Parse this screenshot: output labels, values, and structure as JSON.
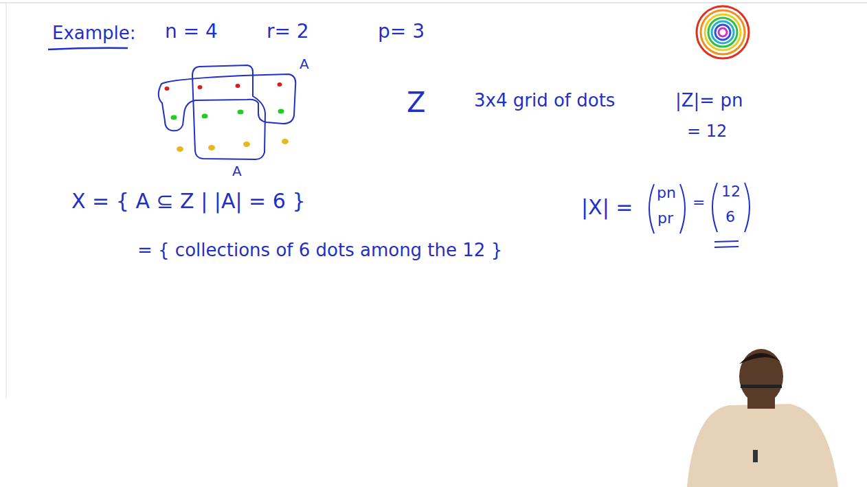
{
  "diagram": {
    "title": "Example:",
    "labels": [
      "n = 4",
      "r= 2",
      "p= 3",
      "A",
      "A",
      "Z",
      "3x4 grid of dots",
      "|Z|= pn",
      "= 12",
      "X = { A ⊆ Z | |A| = 6 }",
      "= { collections of 6 dots among the 12 }",
      "|X| =",
      "pn",
      "pr",
      "=",
      "12",
      "6"
    ]
  }
}
